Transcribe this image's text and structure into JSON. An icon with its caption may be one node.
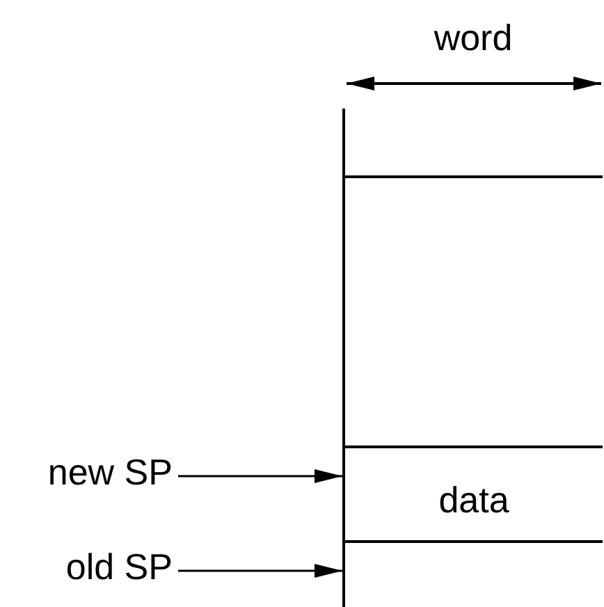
{
  "diagram": {
    "nodes": [
      {
        "text": [],
        "shape": "box"
      },
      {
        "text": [
          "data"
        ],
        "in": 0
      },
      {
        "text": [
          "new SP"
        ]
      },
      {
        "text": [
          "old SP"
        ]
      }
    ],
    "edges": [
      {
        "from": 2,
        "to": 0,
        "arrow": "to"
      },
      {
        "from": 3,
        "to": 0,
        "arrow": "to"
      }
    ],
    "labels": [
      "word"
    ]
  }
}
